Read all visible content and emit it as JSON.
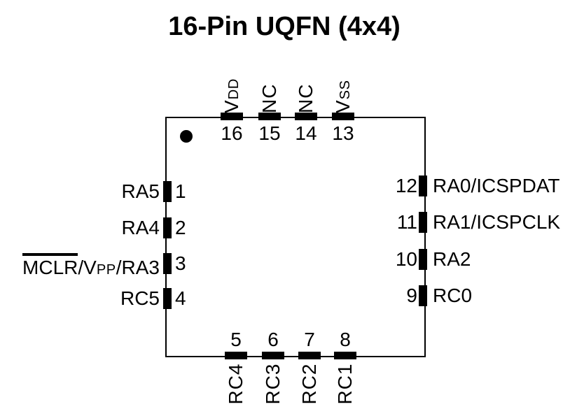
{
  "title": "16-Pin UQFN (4x4)",
  "colors": {
    "ink": "#000000",
    "paper": "#ffffff"
  },
  "package": {
    "pin_count": 16,
    "pin1_marker": "dot"
  },
  "pins": {
    "top": [
      {
        "number": "16",
        "label": "VDD",
        "base": "V",
        "sub": "DD"
      },
      {
        "number": "15",
        "label": "NC",
        "base": "NC",
        "sub": ""
      },
      {
        "number": "14",
        "label": "NC",
        "base": "NC",
        "sub": ""
      },
      {
        "number": "13",
        "label": "VSS",
        "base": "V",
        "sub": "SS"
      }
    ],
    "left": [
      {
        "number": "1",
        "label": "RA5"
      },
      {
        "number": "2",
        "label": "RA4"
      },
      {
        "number": "3",
        "label": "MCLR/VPP/RA3",
        "overline": "MCLR",
        "mid": "/V",
        "sub": "PP",
        "tail": "/RA3"
      },
      {
        "number": "4",
        "label": "RC5"
      }
    ],
    "right": [
      {
        "number": "12",
        "label": "RA0/ICSPDAT"
      },
      {
        "number": "11",
        "label": "RA1/ICSPCLK"
      },
      {
        "number": "10",
        "label": "RA2"
      },
      {
        "number": "9",
        "label": "RC0"
      }
    ],
    "bottom": [
      {
        "number": "5",
        "label": "RC4"
      },
      {
        "number": "6",
        "label": "RC3"
      },
      {
        "number": "7",
        "label": "RC2"
      },
      {
        "number": "8",
        "label": "RC1"
      }
    ]
  }
}
